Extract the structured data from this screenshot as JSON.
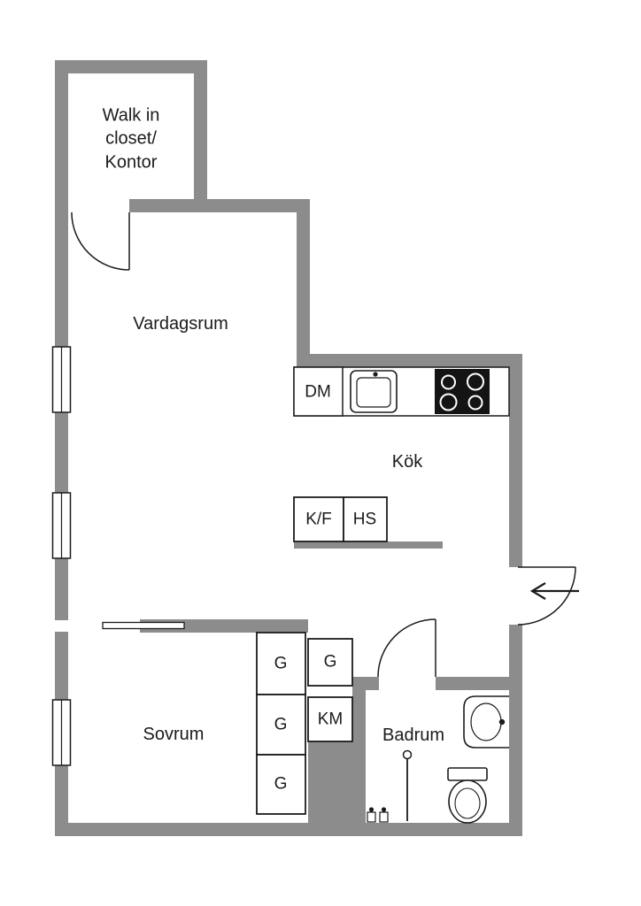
{
  "floorplan": {
    "rooms": {
      "closet": "Walk in\ncloset/\nKontor",
      "living_room": "Vardagsrum",
      "kitchen": "Kök",
      "bedroom": "Sovrum",
      "bathroom": "Badrum"
    },
    "units": {
      "dishwasher": "DM",
      "fridge_freezer": "K/F",
      "tall_cabinet": "HS",
      "wardrobe_hall": "G",
      "washing_machine": "KM",
      "wardrobe_1": "G",
      "wardrobe_2": "G",
      "wardrobe_3": "G"
    },
    "colors": {
      "wall": "#8c8c8c",
      "line": "#1b1b1b",
      "background": "#ffffff"
    },
    "icons": [
      "window-icon",
      "door-swing-icon",
      "sliding-door-icon",
      "entrance-arrow-icon",
      "kitchen-sink-icon",
      "stove-icon",
      "washbasin-icon",
      "toilet-icon",
      "shower-icon",
      "bath-taps-icon"
    ]
  }
}
